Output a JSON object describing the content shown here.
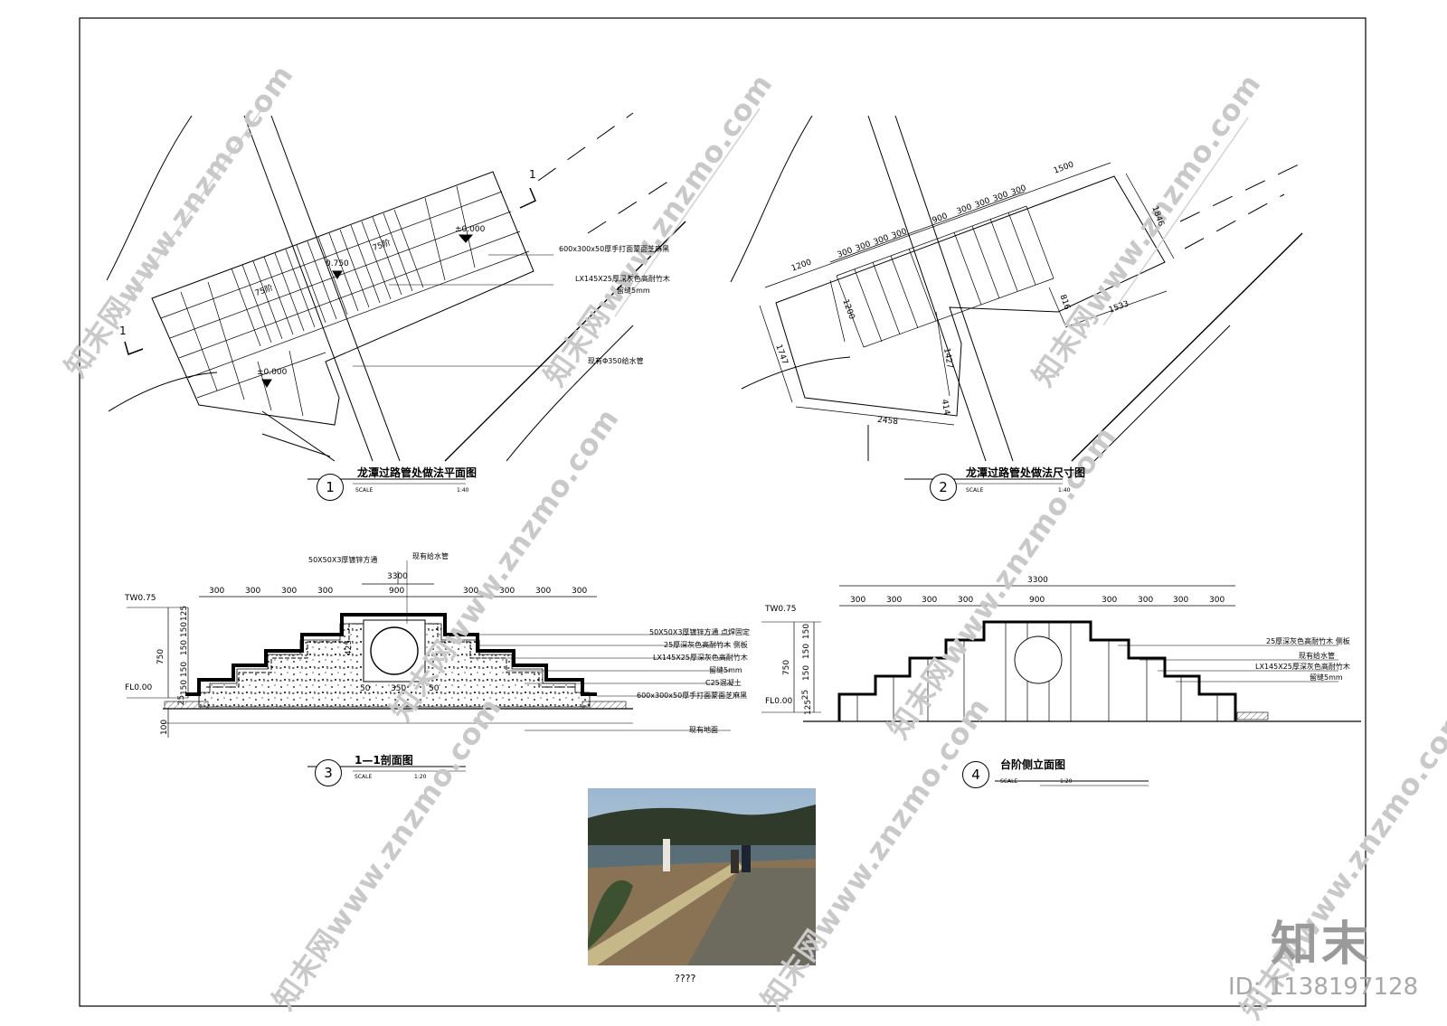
{
  "plan": {
    "title": "龙潭过路管处做法平面图",
    "number": "1",
    "scale_word": "SCALE",
    "scale_value": "1:40",
    "section_mark": "1",
    "elev_a": "±0.000",
    "elev_b": "±0.000",
    "elev_c": "0.750",
    "step_a": "75阶",
    "step_b": "75阶",
    "note_stone": "600x300x50厚手打面蒙面芝麻黑",
    "note_wood": "LX145X25厚深灰色高耐竹木",
    "note_gap": "留缝5mm",
    "note_pipe": "现有Φ350给水管"
  },
  "dims": {
    "title": "龙潭过路管处做法尺寸图",
    "number": "2",
    "scale_word": "SCALE",
    "scale_value": "1:40",
    "values": [
      "1500",
      "300",
      "300",
      "300",
      "300",
      "900",
      "300",
      "300",
      "300",
      "300",
      "1200",
      "1200",
      "1846",
      "816",
      "1533",
      "1747",
      "1427",
      "414",
      "2458"
    ]
  },
  "section": {
    "title": "1—1剖面图",
    "number": "3",
    "scale_word": "SCALE",
    "scale_value": "1:20",
    "top_note_1": "50X50X3厚镀锌方通",
    "top_note_2": "现有给水管",
    "total": "3300",
    "steps": [
      "300",
      "300",
      "300",
      "300",
      "900",
      "300",
      "300",
      "300",
      "300"
    ],
    "level_top": "TW0.75",
    "level_bottom": "FL0.00",
    "v_total": "750",
    "v_parts": [
      "25",
      "150",
      "150",
      "150",
      "125"
    ],
    "v_parts_low": [
      "150",
      "150"
    ],
    "base": "100",
    "inner_350": "350",
    "inner_50a": "50",
    "inner_50b": "50",
    "inner_425": "425",
    "notes": [
      "50X50X3厚镀锌方通 点焊固定",
      "25厚深灰色高耐竹木 侧板",
      "LX145X25厚深灰色高耐竹木",
      "留缝5mm",
      "C25混凝土",
      "600x300x50厚手打面蒙面芝麻黑",
      "现有地面"
    ]
  },
  "elevation": {
    "title": "台阶侧立面图",
    "number": "4",
    "scale_word": "SCALE",
    "scale_value": "1:20",
    "total": "3300",
    "steps": [
      "300",
      "300",
      "300",
      "300",
      "900",
      "300",
      "300",
      "300",
      "300"
    ],
    "level_top": "TW0.75",
    "level_bottom": "FL0.00",
    "v_total": "750",
    "v_parts": [
      "150",
      "150",
      "150"
    ],
    "v_low": [
      "25",
      "125"
    ],
    "notes": [
      "25厚深灰色高耐竹木 侧板",
      "现有给水管",
      "LX145X25厚深灰色高耐竹木",
      "留缝5mm"
    ]
  },
  "photo": {
    "caption": "????"
  },
  "watermark": {
    "text": "知末网www.znzmo.com",
    "brand": "知末",
    "id": "ID: 1138197128"
  }
}
